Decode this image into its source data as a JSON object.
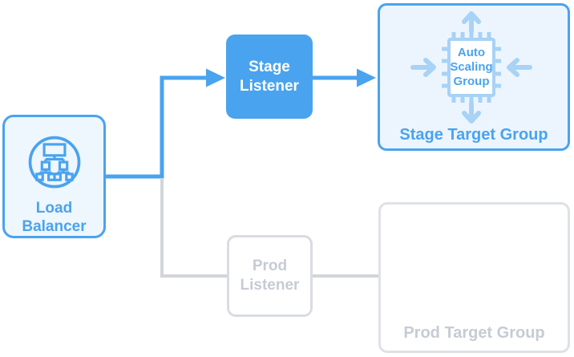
{
  "diagram": {
    "kind": "load-balancer-routing-diagram",
    "nodes": {
      "load_balancer": {
        "label": "Load Balancer",
        "icon": "load-balancer-icon",
        "state": "active"
      },
      "stage_listener": {
        "label": "Stage Listener",
        "state": "active"
      },
      "prod_listener": {
        "label": "Prod Listener",
        "state": "inactive"
      },
      "stage_target_group": {
        "label": "Stage Target Group",
        "icon": "auto-scaling-chip-icon",
        "icon_label": "Auto Scaling Group",
        "state": "active"
      },
      "prod_target_group": {
        "label": "Prod Target Group",
        "state": "inactive"
      }
    },
    "edges": [
      {
        "from": "load_balancer",
        "to": "stage_listener",
        "style": "blue-arrow"
      },
      {
        "from": "stage_listener",
        "to": "stage_target_group",
        "style": "blue-arrow"
      },
      {
        "from": "load_balancer",
        "to": "prod_listener",
        "style": "gray-line"
      },
      {
        "from": "prod_listener",
        "to": "prod_target_group",
        "style": "gray-line"
      }
    ],
    "colors": {
      "accent_blue": "#4aa3ee",
      "light_blue_fill": "#eef6fe",
      "lighter_blue_fill": "#ecf5fe",
      "icon_light_blue": "#a8d2f6",
      "inactive_border": "#d9dce2",
      "inactive_text": "#c6cbd4",
      "inactive_line": "#d2d5da",
      "white": "#ffffff"
    }
  }
}
